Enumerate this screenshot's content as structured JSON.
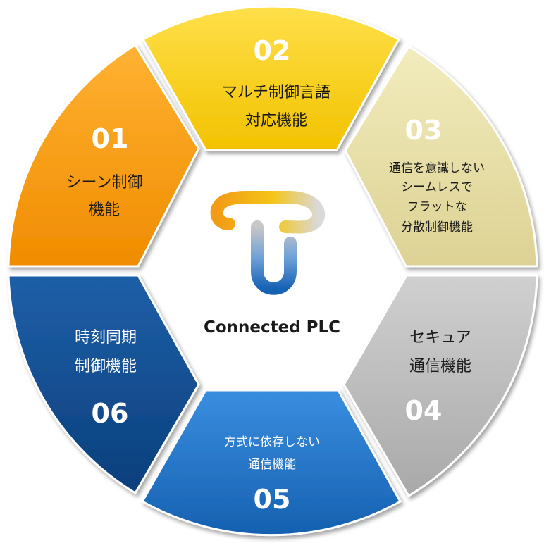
{
  "center": {
    "brand": "Connected PLC"
  },
  "segments": [
    {
      "number": "01",
      "lines": [
        "シーン制御",
        "機能"
      ],
      "color": "#f39c12"
    },
    {
      "number": "02",
      "lines": [
        "マルチ制御言語",
        "対応機能"
      ],
      "color": "#f1c40f"
    },
    {
      "number": "03",
      "lines": [
        "通信を意識しない",
        "シームレスで",
        "フラットな",
        "分散制御機能"
      ],
      "color": "#e6dc9b"
    },
    {
      "number": "04",
      "lines": [
        "セキュア",
        "通信機能"
      ],
      "color": "#bdbdbd"
    },
    {
      "number": "05",
      "lines": [
        "方式に依存しない",
        "通信機能"
      ],
      "color": "#1f6fc2"
    },
    {
      "number": "06",
      "lines": [
        "時刻同期",
        "制御機能"
      ],
      "color": "#0d4d91"
    }
  ]
}
